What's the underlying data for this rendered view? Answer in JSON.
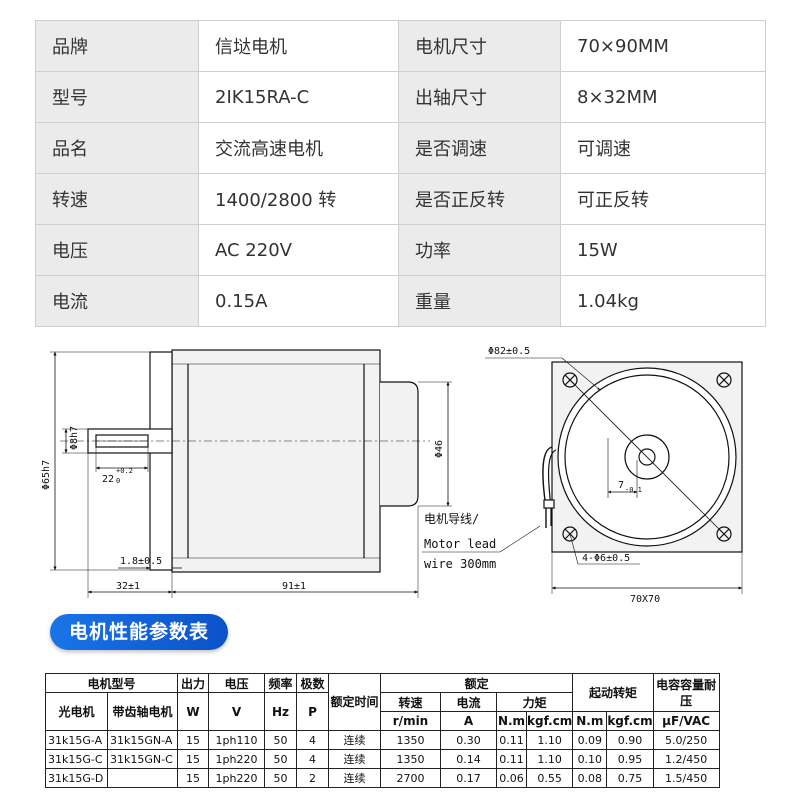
{
  "specs": {
    "rows": [
      {
        "l1": "品牌",
        "v1": "信垯电机",
        "l2": "电机尺寸",
        "v2": "70×90MM"
      },
      {
        "l1": "型号",
        "v1": "2IK15RA-C",
        "l2": "出轴尺寸",
        "v2": "8×32MM"
      },
      {
        "l1": "品名",
        "v1": "交流高速电机",
        "l2": "是否调速",
        "v2": "可调速"
      },
      {
        "l1": "转速",
        "v1": "1400/2800 转",
        "l2": "是否正反转",
        "v2": "可正反转"
      },
      {
        "l1": "电压",
        "v1": "AC 220V",
        "l2": "功率",
        "v2": "15W"
      },
      {
        "l1": "电流",
        "v1": "0.15A",
        "l2": "重量",
        "v2": "1.04kg"
      }
    ]
  },
  "drawing": {
    "side": {
      "d65": "Φ65h7",
      "d8": "Φ8h7",
      "key_len": "22",
      "key_tol_up": "+0.2",
      "key_tol_low": "0",
      "d46": "Φ46",
      "flange": "1.8±0.5",
      "shaft_len": "32±1",
      "body_len": "91±1",
      "lead_cn": "电机导线/",
      "lead_en1": "Motor lead",
      "lead_en2": "wire 300mm"
    },
    "front": {
      "d82": "Φ82±0.5",
      "key": "7",
      "key_tol": "-0.1",
      "holes": "4-Φ6±0.5",
      "size": "70X70"
    }
  },
  "perf": {
    "title": "电机性能参数表",
    "h": {
      "model": "电机型号",
      "power": "出力",
      "voltage": "电压",
      "freq": "频率",
      "poles": "极数",
      "rated_time": "额定时间",
      "rated": "额定",
      "start_torque": "起动转矩",
      "cap": "电容容量耐压",
      "optical": "光电机",
      "gear": "带齿轴电机",
      "w": "W",
      "v": "V",
      "hz": "Hz",
      "p": "P",
      "speed": "转速",
      "current": "电流",
      "torque": "力矩",
      "rmin": "r/min",
      "a": "A",
      "nm": "N.m",
      "kgf": "kgf.cm",
      "nm2": "N.m",
      "kgf2": "kgf.cm",
      "ufvac": "μF/VAC"
    },
    "rows": [
      {
        "optical": "31k15G-A",
        "gear": "31k15GN-A",
        "w": "15",
        "v": "1ph110",
        "hz": "50",
        "p": "4",
        "time": "连续",
        "speed": "1350",
        "cur": "0.30",
        "nm": "0.11",
        "kgf": "1.10",
        "snm": "0.09",
        "skgf": "0.90",
        "cap": "5.0/250"
      },
      {
        "optical": "31k15G-C",
        "gear": "31k15GN-C",
        "w": "15",
        "v": "1ph220",
        "hz": "50",
        "p": "4",
        "time": "连续",
        "speed": "1350",
        "cur": "0.14",
        "nm": "0.11",
        "kgf": "1.10",
        "snm": "0.10",
        "skgf": "0.95",
        "cap": "1.2/450"
      },
      {
        "optical": "31k15G-D",
        "gear": "",
        "w": "15",
        "v": "1ph220",
        "hz": "50",
        "p": "2",
        "time": "连续",
        "speed": "2700",
        "cur": "0.17",
        "nm": "0.06",
        "kgf": "0.55",
        "snm": "0.08",
        "skgf": "0.75",
        "cap": "1.5/450"
      }
    ]
  }
}
